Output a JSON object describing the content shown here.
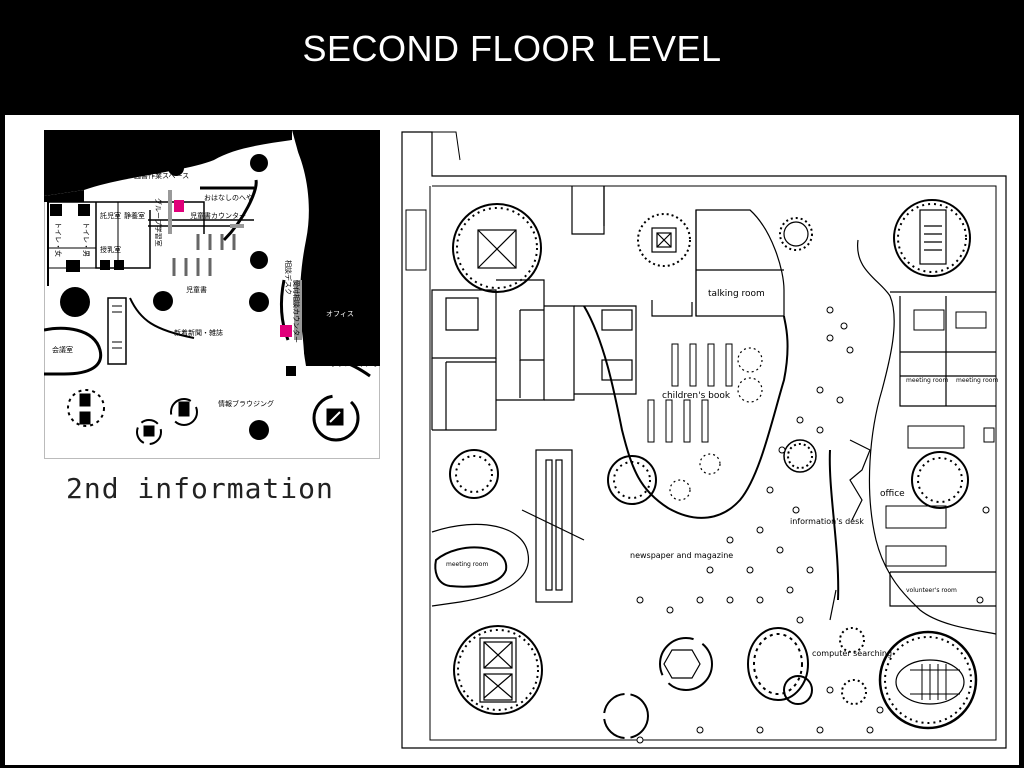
{
  "slide": {
    "title": "SECOND FLOOR LEVEL"
  },
  "info_map": {
    "caption": "2nd information",
    "labels": {
      "library_work_space": "図書作業スペース",
      "storytelling_room": "おはなしのへや",
      "nursing_room": "託児室",
      "quiet_room": "静養室",
      "diaper_room": "授乳室",
      "group_study_room": "グループ学習室",
      "childrens_counter": "児童書カウンター",
      "childrens_books": "児童書",
      "toilet_female": "トイレ・女",
      "toilet_male": "トイレ・男",
      "consultation_desk": "相談デスク",
      "reception_counter": "受付相談カウンター",
      "office": "オフィス",
      "new_arrivals": "新着新聞・雑誌",
      "conference_room": "会議室",
      "volunteer_office": "ボランティアオフィス",
      "info_browsing": "情報ブラウジング"
    }
  },
  "plan": {
    "labels": {
      "talking_room": "talking room",
      "childrens_book": "children's book",
      "office": "office",
      "information_desk": "information's desk",
      "newspaper": "newspaper and magazine",
      "meeting_room": "meeting room",
      "meeting_room_2": "meeting room",
      "meeting_room_3": "meeting room",
      "volunteers_room": "volunteer's room",
      "computer_searching": "computer searching"
    }
  }
}
